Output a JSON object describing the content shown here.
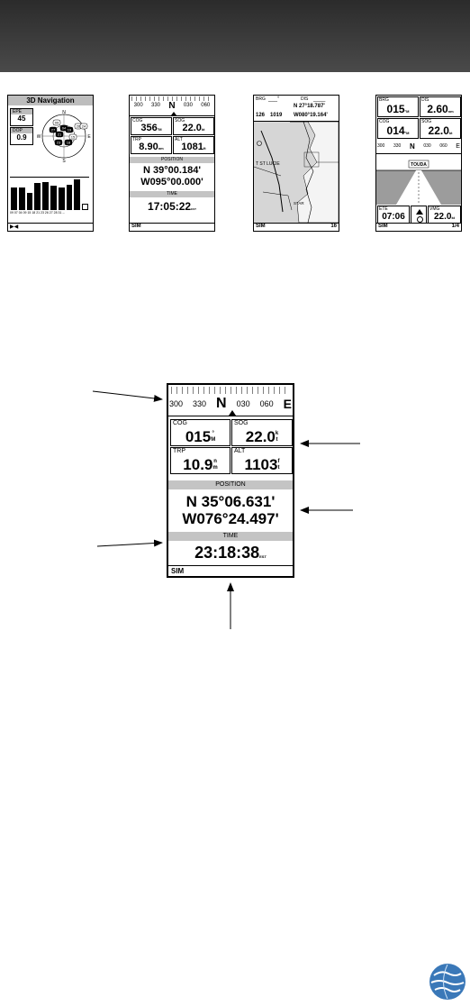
{
  "thumb1": {
    "title": "3D Navigation",
    "epe_label": "EPE",
    "epe_value": "45",
    "dop_label": "DOP",
    "dop_value": "0.9",
    "sky_labels": {
      "n": "N",
      "e": "E",
      "s": "S",
      "w": "W"
    },
    "sats": [
      "09",
      "27",
      "04",
      "26",
      "19",
      "21",
      "15",
      "18",
      "23",
      "24"
    ],
    "bar_levels": [
      0.75,
      0.75,
      0.55,
      0.88,
      0.92,
      0.8,
      0.75,
      0.82,
      1.0,
      0.2
    ],
    "bar_labels": "09 07 04 09 15 18 21 23 26 27 28 31 --",
    "status_icon": "satellite-status-icon"
  },
  "thumb2": {
    "compass": [
      "300",
      "330",
      "N",
      "030",
      "060"
    ],
    "cog_label": "COG",
    "cog_value": "356",
    "cog_unit": "°M",
    "sog_label": "SOG",
    "sog_value": "22.0",
    "sog_unit": "kt",
    "trp_label": "TRP",
    "trp_value": "8.90",
    "trp_unit": "nm",
    "alt_label": "ALT",
    "alt_value": "1081",
    "alt_unit": "ft",
    "position_label": "POSITION",
    "lat": "N 39°00.184'",
    "lon": "W095°00.000'",
    "time_label": "TIME",
    "time_value": "17:05:22",
    "time_suffix": "EST",
    "status": "SIM"
  },
  "thumb3": {
    "brg_label": "BRG",
    "dis_label": "DIS",
    "brg_value": "___°",
    "dis_value": "____",
    "range_value": "126",
    "track_value": "1019",
    "lat": "N 27°18.787'",
    "lon": "W080°19.164'",
    "place": "T ST LUCIE",
    "place2": "STAR",
    "status": "SIM",
    "zoom": "16"
  },
  "thumb4": {
    "brg_label": "BRG",
    "brg_value": "015",
    "brg_unit": "°M",
    "dis_label": "DIS",
    "dis_value": "2.60",
    "dis_unit": "nm",
    "cog_label": "COG",
    "cog_value": "014",
    "cog_unit": "°M",
    "sog_label": "SOG",
    "sog_value": "22.0",
    "sog_unit": "kt",
    "compass": [
      "300",
      "330",
      "N",
      "030",
      "060",
      "E"
    ],
    "waypoint": "TOUDA",
    "ete_label": "ETE",
    "ete_value": "07:06",
    "vmg_label": "VMG",
    "vmg_value": "22.0",
    "vmg_unit": "kt",
    "status": "SIM",
    "page": "1/4"
  },
  "main": {
    "compass": [
      "300",
      "330",
      "N",
      "030",
      "060",
      "E"
    ],
    "cog_label": "COG",
    "cog_value": "015",
    "cog_unit_top": "°",
    "cog_unit_bottom": "M",
    "sog_label": "SOG",
    "sog_value": "22.0",
    "sog_unit_top": "k",
    "sog_unit_bottom": "t",
    "trp_label": "TRP",
    "trp_value": "10.9",
    "trp_unit_top": "n",
    "trp_unit_bottom": "m",
    "alt_label": "ALT",
    "alt_value": "1103",
    "alt_unit_top": "f",
    "alt_unit_bottom": "t",
    "position_label": "POSITION",
    "lat": "N 35°06.631'",
    "lon": "W076°24.497'",
    "time_label": "TIME",
    "time_value": "23:18:38",
    "time_suffix": "EST",
    "status": "SIM"
  },
  "logo_icon": "globe-logo-icon"
}
